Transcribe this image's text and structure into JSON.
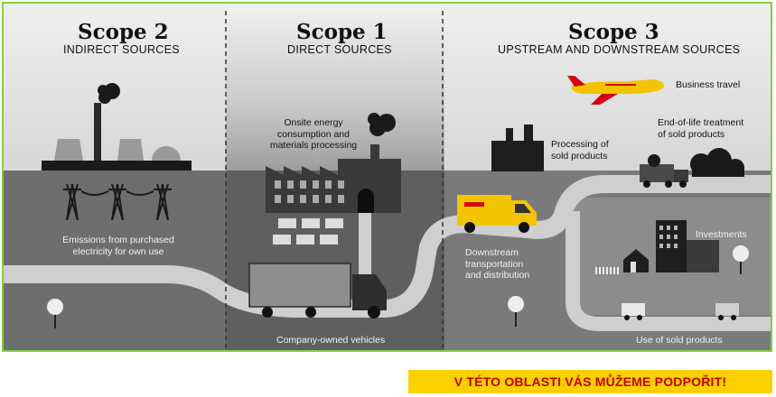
{
  "scopes": [
    {
      "title": "Scope 2",
      "subtitle": "INDIRECT SOURCES"
    },
    {
      "title": "Scope 1",
      "subtitle": "DIRECT SOURCES"
    },
    {
      "title": "Scope 3",
      "subtitle": "UPSTREAM AND DOWNSTREAM SOURCES"
    }
  ],
  "labels": {
    "electricity": [
      "Emissions from purchased",
      "electricity for own use"
    ],
    "onsite": [
      "Onsite energy",
      "consumption and",
      "materials processing"
    ],
    "vehicles": "Company-owned vehicles",
    "business_travel": "Business travel",
    "processing": [
      "Processing of",
      "sold products"
    ],
    "end_of_life": [
      "End-of-life treatment",
      "of sold products"
    ],
    "investments": "Investments",
    "downstream": [
      "Downstream",
      "transportation",
      "and distribution"
    ],
    "use_sold": "Use of sold products"
  },
  "banner": "V TÉTO OBLASTI VÁS MŮŽEME PODPOŘIT!",
  "colors": {
    "border": "#7fcf3f",
    "banner_bg": "#fcd000",
    "banner_text": "#c00000",
    "dhl_yellow": "#f5c400",
    "dhl_red": "#d40511"
  }
}
